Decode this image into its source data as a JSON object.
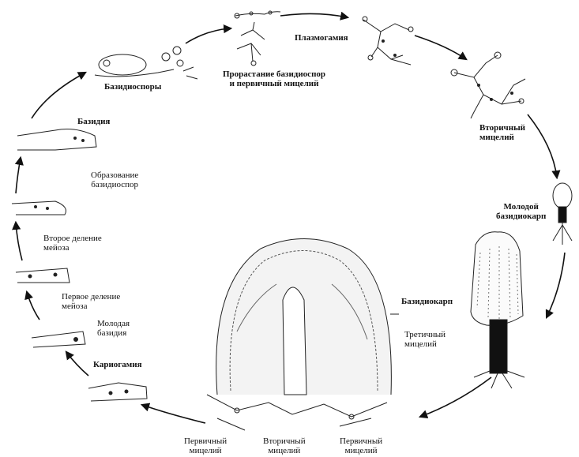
{
  "labels": {
    "basidiospores": "Базидиоспоры",
    "germination": "Прорастание базидиоспор\nи первичный мицелий",
    "plasmogamy": "Плазмогамия",
    "secondary_mycelium_top": "Вторичный\nмицелий",
    "young_basidiocarp": "Молодой\nбазидиокарп",
    "basidiocarp": "Базидиокарп",
    "tertiary_mycelium": "Третичный\nмицелий",
    "primary_mycelium_left": "Первичный\nмицелий",
    "secondary_mycelium_bottom": "Вторичный\nмицелий",
    "primary_mycelium_right": "Первичный\nмицелий",
    "karyogamy": "Кариогамия",
    "young_basidium": "Молодая\nбазидия",
    "first_division": "Первое деление\nмейоза",
    "second_division": "Второе деление\nмейоза",
    "spore_formation": "Образование\nбазидиоспор",
    "basidium": "Базидия"
  }
}
